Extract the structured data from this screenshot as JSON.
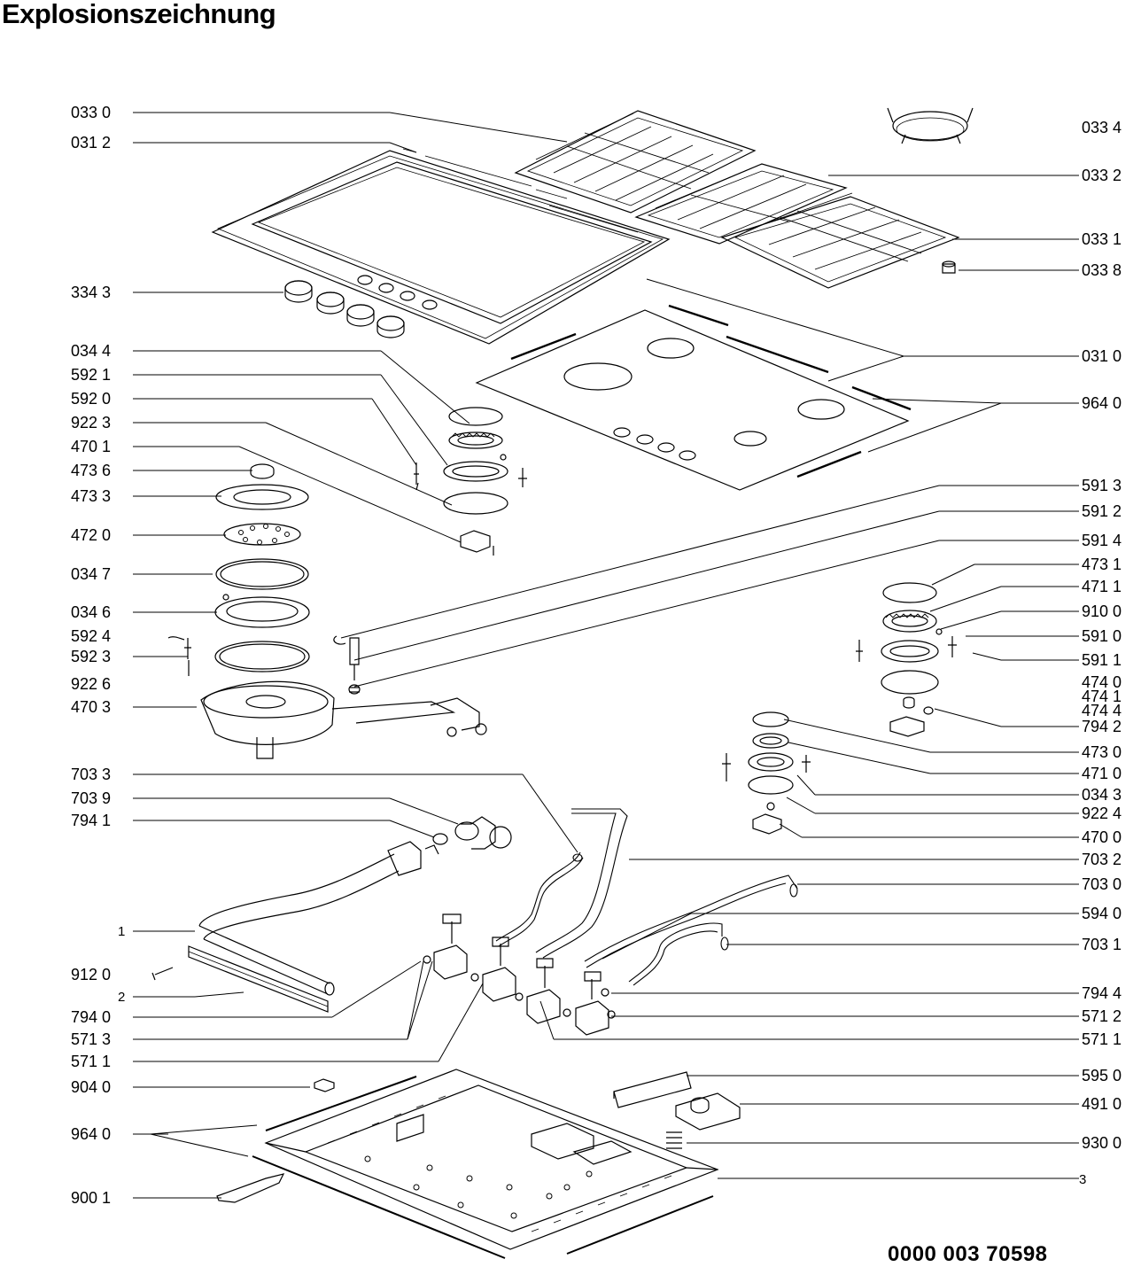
{
  "title": "Explosionszeichnung",
  "document_number": "0000 003 70598",
  "labels_left": [
    "033 0",
    "031 2",
    "334 3",
    "034 4",
    "592 1",
    "592 0",
    "922 3",
    "470 1",
    "473 6",
    "473 3",
    "472 0",
    "034 7",
    "034 6",
    "592 4",
    "592 3",
    "922 6",
    "470 3",
    "703 3",
    "703 9",
    "794 1",
    "1",
    "912 0",
    "2",
    "794 0",
    "571 3",
    "571 1",
    "904 0",
    "964 0",
    "900 1"
  ],
  "labels_right": [
    "033 4",
    "033 2",
    "033 1",
    "033 8",
    "031 0",
    "964 0",
    "591 3",
    "591 2",
    "591 4",
    "473 1",
    "471 1",
    "910 0",
    "591 0",
    "591 1",
    "474 0",
    "474 1",
    "474 4",
    "794 2",
    "473 0",
    "471 0",
    "034 3",
    "922 4",
    "470 0",
    "703 2",
    "703 0",
    "594 0",
    "703 1",
    "794 4",
    "571 2",
    "571 1",
    "595 0",
    "491 0",
    "930 0",
    "3"
  ]
}
